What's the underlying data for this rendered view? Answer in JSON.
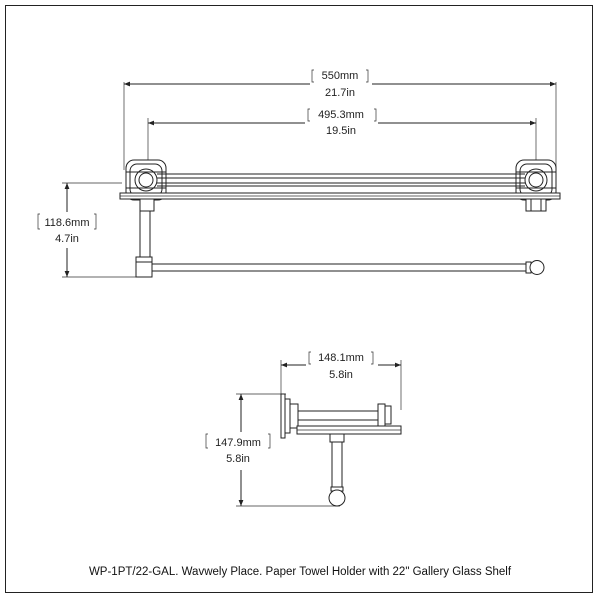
{
  "front_view": {
    "overall_width": {
      "mm": "550mm",
      "in": "21.7in"
    },
    "inner_width": {
      "mm": "495.3mm",
      "in": "19.5in"
    },
    "height": {
      "mm": "118.6mm",
      "in": "4.7in"
    }
  },
  "side_view": {
    "depth": {
      "mm": "148.1mm",
      "in": "5.8in"
    },
    "height": {
      "mm": "147.9mm",
      "in": "5.8in"
    }
  },
  "caption": "WP-1PT/22-GAL. Wavwely Place. Paper Towel Holder with 22\" Gallery Glass Shelf"
}
